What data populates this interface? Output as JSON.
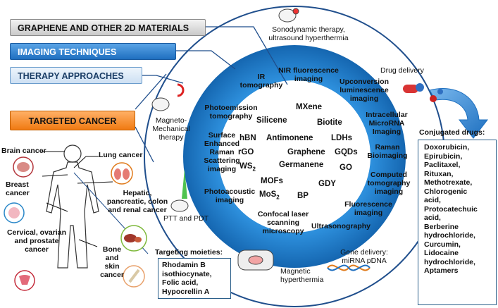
{
  "legend": {
    "graphene": "GRAPHENE AND OTHER 2D MATERIALS",
    "imaging": "IMAGING TECHNIQUES",
    "therapy": "THERAPY APPROACHES",
    "targeted": "TARGETED CANCER"
  },
  "materials": [
    "MXene",
    "Silicene",
    "Biotite",
    "hBN",
    "Antimonene",
    "LDHs",
    "rGO",
    "Graphene",
    "GQDs",
    "Germanene",
    "GO",
    "MOFs",
    "GDY",
    "BP"
  ],
  "materials_sub": {
    "ws_main": "WS",
    "ws_sub": "2",
    "mos_main": "MoS",
    "mos_sub": "2"
  },
  "imaging": {
    "ir": "IR tomography",
    "nir": "NIR fluorescence imaging",
    "upconversion": "Upconversion luminescence imaging",
    "photoemission": "Photoemission tomography",
    "intracellular": "Intracellular MicroRNA Imaging",
    "sers": "Surface Enhanced Raman Scattering imaging",
    "raman": "Raman Bioimaging",
    "ct": "Computed tomography imaging",
    "photoacoustic": "Photoacoustic imaging",
    "fluorescence": "Fluorescence imaging",
    "confocal": "Confocal laser scanning microscopy",
    "ultrasonography": "Ultrasonography"
  },
  "therapies": {
    "sonodynamic": "Sonodynamic therapy, ultrasound hyperthermia",
    "drug": "Drug delivery",
    "magneto": "Magneto-Mechanical therapy",
    "ptt": "PTT and PDT",
    "magnetic_hyper": "Magnetic hyperthermia",
    "gene": "Gene delivery: miRNA pDNA"
  },
  "cancers": {
    "brain": "Brain cancer",
    "lung": "Lung cancer",
    "breast": "Breast cancer",
    "hepatic": "Hepatic, pancreatic, colon and renal cancer",
    "cervical": "Cervical, ovarian and prostate cancer",
    "bone": "Bone and skin cancer"
  },
  "targeting": {
    "title": "Targeting moieties:",
    "items": "Rhodamin B isothiocynate, Folic acid, Hypocrellin A"
  },
  "conjugated": {
    "title": "Conjugated drugs:",
    "items": [
      "Doxorubicin,",
      "Epirubicin,",
      "Paclitaxel,",
      "Rituxan,",
      "Methotrexate,",
      "Chlorogenic",
      "acid,",
      "Protocatechuic",
      "acid,",
      "Berberine",
      "hydrochloride,",
      "Curcumin,",
      "Lidocaine",
      "hydrochloride,",
      "Aptamers"
    ]
  },
  "colors": {
    "ring": "#1e7cc7",
    "ring_light": "#3d9ae0",
    "outline": "#1f4e8c",
    "orange": "#f07a12"
  }
}
